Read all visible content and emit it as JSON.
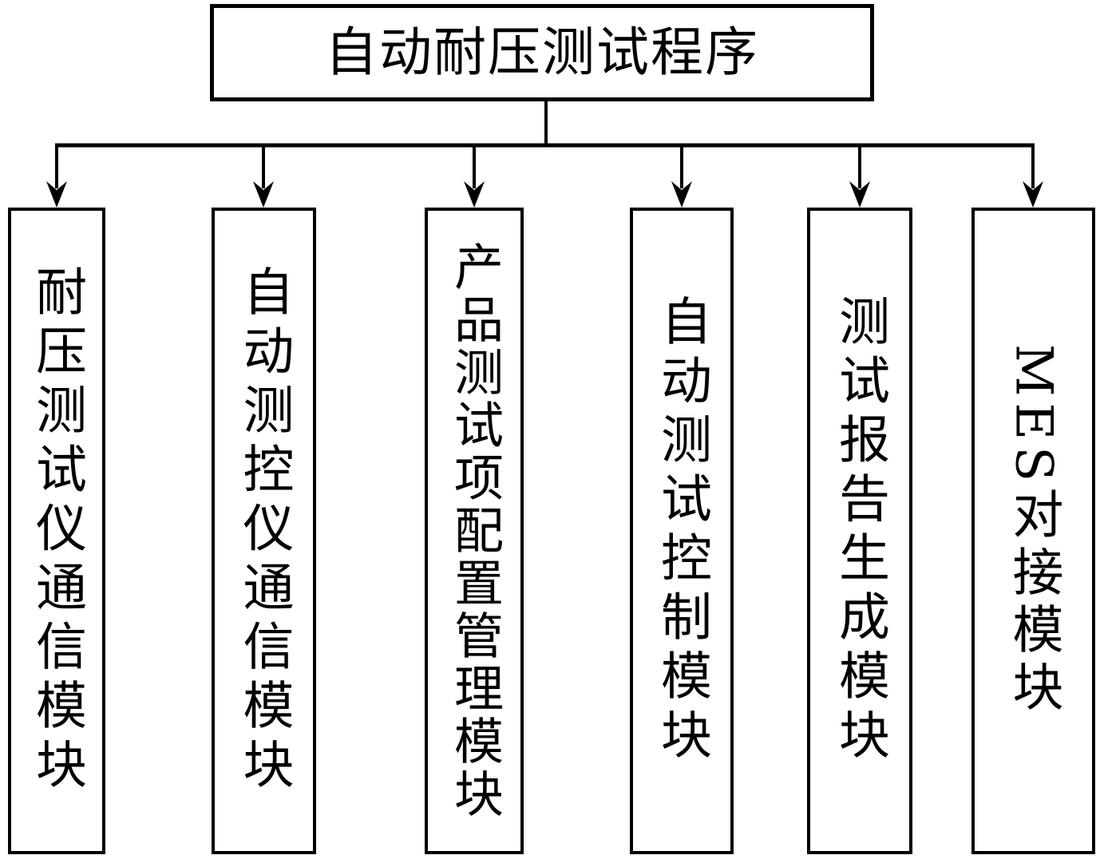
{
  "diagram_type": "hierarchy",
  "root": {
    "label": "自动耐压测试程序"
  },
  "modules": [
    {
      "label": "耐压测试仪通信模块"
    },
    {
      "label": "自动测控仪通信模块"
    },
    {
      "label": "产品测试项配置管理模块"
    },
    {
      "label": "自动测试控制模块"
    },
    {
      "label": "测试报告生成模块"
    },
    {
      "label": "MES对接模块"
    }
  ],
  "colors": {
    "background": "#ffffff",
    "line": "#000000",
    "text": "#000000",
    "box_fill": "#ffffff"
  }
}
